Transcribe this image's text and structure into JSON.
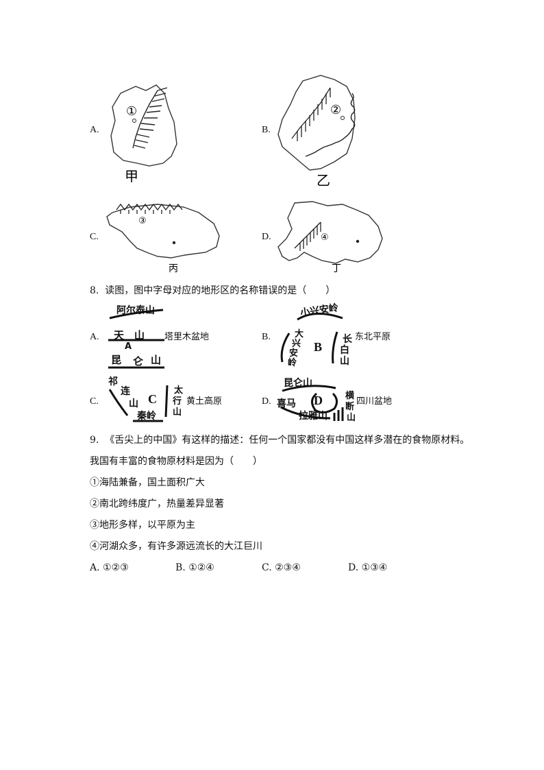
{
  "q7": {
    "options": [
      {
        "letter": "A.",
        "label": "甲",
        "marker": "①"
      },
      {
        "letter": "B.",
        "label": "乙",
        "marker": "②"
      },
      {
        "letter": "C.",
        "label": "丙",
        "marker": "③"
      },
      {
        "letter": "D.",
        "label": "丁",
        "marker": "④"
      }
    ]
  },
  "q8": {
    "number": "8.",
    "stem": "读图，图中字母对应的地形区的名称错误的是（　　）",
    "options": {
      "a": {
        "letter": "A.",
        "mountains": [
          "阿尔泰山",
          "天　山",
          "昆",
          "仑",
          "山"
        ],
        "marker": "A",
        "region": "塔里木盆地"
      },
      "b": {
        "letter": "B.",
        "mountains": [
          "小兴安岭",
          "大",
          "兴",
          "安",
          "岭",
          "长",
          "白",
          "山"
        ],
        "marker": "B",
        "region": "东北平原"
      },
      "c": {
        "letter": "C.",
        "mountains": [
          "祁",
          "连",
          "山",
          "太",
          "行",
          "山",
          "秦岭"
        ],
        "marker": "C",
        "region": "黄土高原"
      },
      "d": {
        "letter": "D.",
        "mountains": [
          "昆仑山",
          "喜马",
          "拉雅山",
          "横",
          "断",
          "山"
        ],
        "marker": "D",
        "region": "四川盆地"
      }
    }
  },
  "q9": {
    "number": "9.",
    "stem_line1": "《舌尖上的中国》有这样的描述：任何一个国家都没有中国这样多潜在的食物原材料。",
    "stem_line2": "我国有丰富的食物原材料是因为（　　）",
    "statements": [
      "①海陆兼备，国土面积广大",
      "②南北跨纬度广，热量差异显著",
      "③地形多样，以平原为主",
      "④河湖众多，有许多源远流长的大江巨川"
    ],
    "choices": [
      {
        "letter": "A.",
        "text": "①②③"
      },
      {
        "letter": "B.",
        "text": "①②④"
      },
      {
        "letter": "C.",
        "text": "②③④"
      },
      {
        "letter": "D.",
        "text": "①③④"
      }
    ]
  }
}
